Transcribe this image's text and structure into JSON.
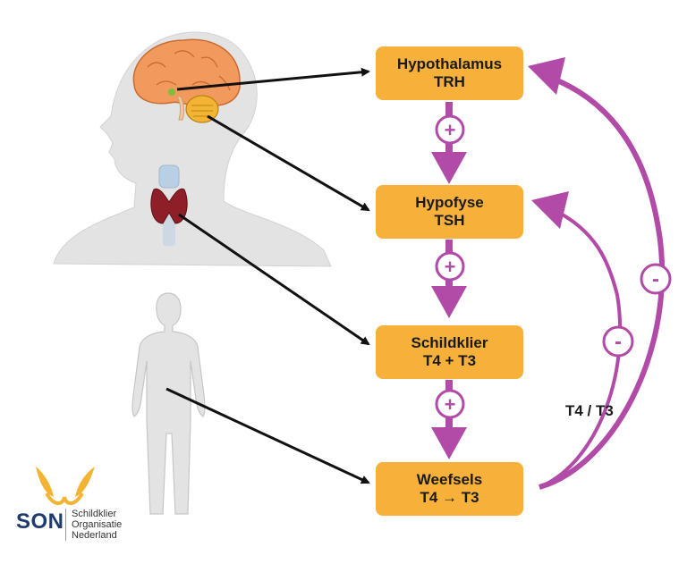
{
  "boxes": {
    "hypothalamus": {
      "title": "Hypothalamus",
      "sub": "TRH"
    },
    "hypofyse": {
      "title": "Hypofyse",
      "sub": "TSH"
    },
    "schildklier": {
      "title": "Schildklier",
      "sub": "T4 + T3"
    },
    "weefsels": {
      "title": "Weefsels",
      "sub": "T4 → T3"
    }
  },
  "signs": {
    "plus": "+",
    "minus": "-"
  },
  "feedback_label": "T4 / T3",
  "logo": {
    "name": "SON",
    "line1": "Schildklier",
    "line2": "Organisatie",
    "line3": "Nederland"
  },
  "colors": {
    "box": "#f7b13a",
    "feedback": "#b24aa8",
    "arrow": "#111111",
    "body": "#e3e3e3",
    "logo_butterfly": "#f4b433"
  }
}
